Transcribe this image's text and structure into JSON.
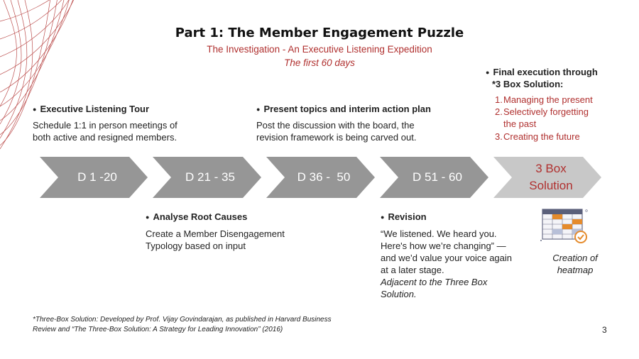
{
  "title": "Part 1: The Member Engagement Puzzle",
  "subtitle": "The Investigation - An Executive Listening Expedition",
  "subtitle_italic": "The first 60 days",
  "colors": {
    "accent": "#b0302f",
    "chevron": "#969696",
    "chevron_light": "#c8c8c8"
  },
  "chevrons": [
    {
      "label": "D 1 -20"
    },
    {
      "label": "D 21 - 35"
    },
    {
      "label": "D 36 -  50"
    },
    {
      "label": "D 51 - 60"
    },
    {
      "label_line1": "3 Box",
      "label_line2": "Solution"
    }
  ],
  "top_blocks": [
    {
      "heading": "Executive Listening Tour",
      "body_line1": "Schedule 1:1 in person meetings of",
      "body_line2": "both active and resigned members."
    },
    {
      "heading": "Present topics and interim action plan",
      "body_line1": "Post the discussion with the board, the",
      "body_line2": "revision framework is being carved out."
    }
  ],
  "final_block": {
    "heading_line1": "Final execution through",
    "heading_line2": "*3 Box Solution:",
    "items": [
      {
        "num": "1.",
        "text": "Managing the present"
      },
      {
        "num": "2.",
        "text": "Selectively forgetting"
      },
      {
        "num": "",
        "text": "the past"
      },
      {
        "num": "3.",
        "text": "Creating the future"
      }
    ]
  },
  "bottom_blocks": {
    "analyse": {
      "heading": "Analyse Root Causes",
      "body_line1": "Create a Member Disengagement",
      "body_line2": "Typology based on input"
    },
    "revision": {
      "heading": "Revision",
      "lines": [
        "“We listened. We heard you.",
        "Here's how we’re changing” —",
        "and we’d value your voice again",
        "at a later stage."
      ],
      "italic_lines": [
        "Adjacent to the Three Box",
        "Solution."
      ]
    }
  },
  "heatmap_caption_line1": "Creation of",
  "heatmap_caption_line2": "heatmap",
  "footnote_line1": "*Three-Box Solution: Developed by Prof. Vijay Govindarajan, as published in Harvard Business",
  "footnote_line2": "Review and “The Three-Box Solution: A Strategy for Leading Innovation” (2016)",
  "page_number": "3"
}
